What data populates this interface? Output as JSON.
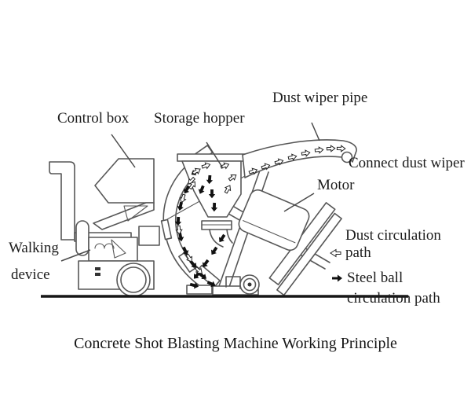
{
  "caption": "Concrete Shot Blasting Machine Working Principle",
  "labels": {
    "control_box": "Control box",
    "storage_hopper": "Storage hopper",
    "dust_wiper_pipe": "Dust wiper pipe",
    "connect_dust_wiper": "Connect dust wiper",
    "motor": "Motor",
    "walking_device": {
      "line1": "Walking",
      "line2": "device"
    }
  },
  "legend": {
    "dust": {
      "icon": "dust-hollow-arrow-icon",
      "line1": "Dust circulation",
      "line2": "path"
    },
    "steel": {
      "icon": "steel-solid-arrow-icon",
      "line1": "Steel ball",
      "line2": "circulation path"
    }
  },
  "colors": {
    "background": "#ffffff",
    "drawing_line": "#575757",
    "solid_arrow": "#111111",
    "text": "#1c1c1c"
  }
}
